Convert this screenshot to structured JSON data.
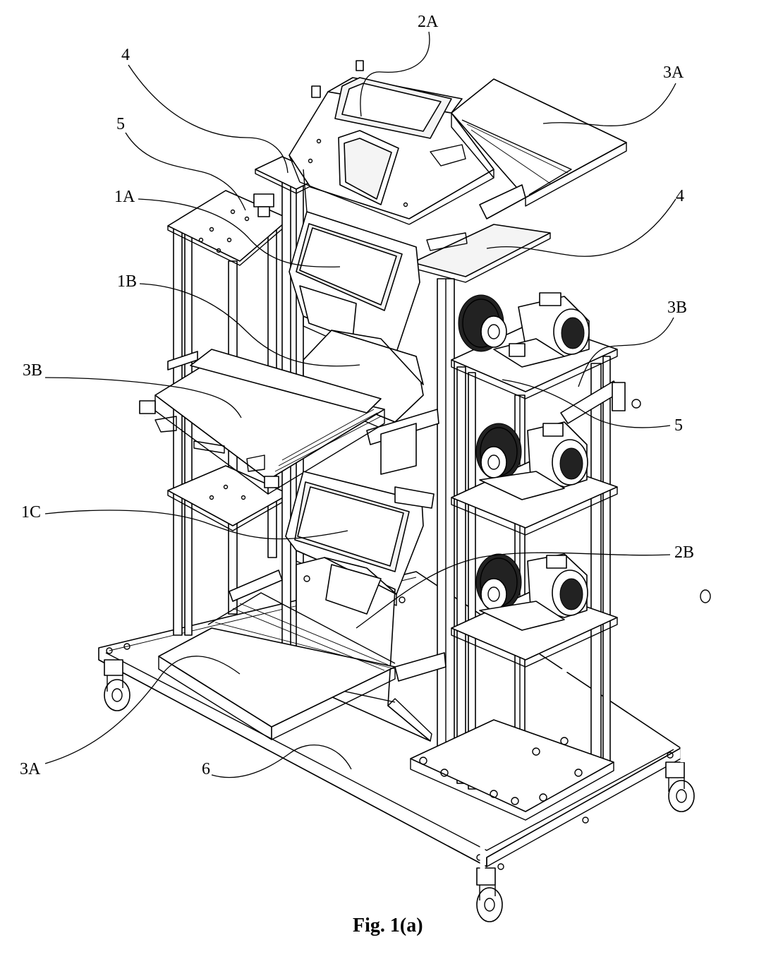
{
  "caption": "Fig. 1(a)",
  "labels": {
    "l_2a": "2A",
    "l_3a_top": "3A",
    "l_4_left": "4",
    "l_5_left": "5",
    "l_1a": "1A",
    "l_4_right": "4",
    "l_1b": "1B",
    "l_3b_right": "3B",
    "l_3b_left": "3B",
    "l_5_right": "5",
    "l_1c": "1C",
    "l_2b": "2B",
    "l_3a_bottom": "3A",
    "l_6": "6"
  }
}
